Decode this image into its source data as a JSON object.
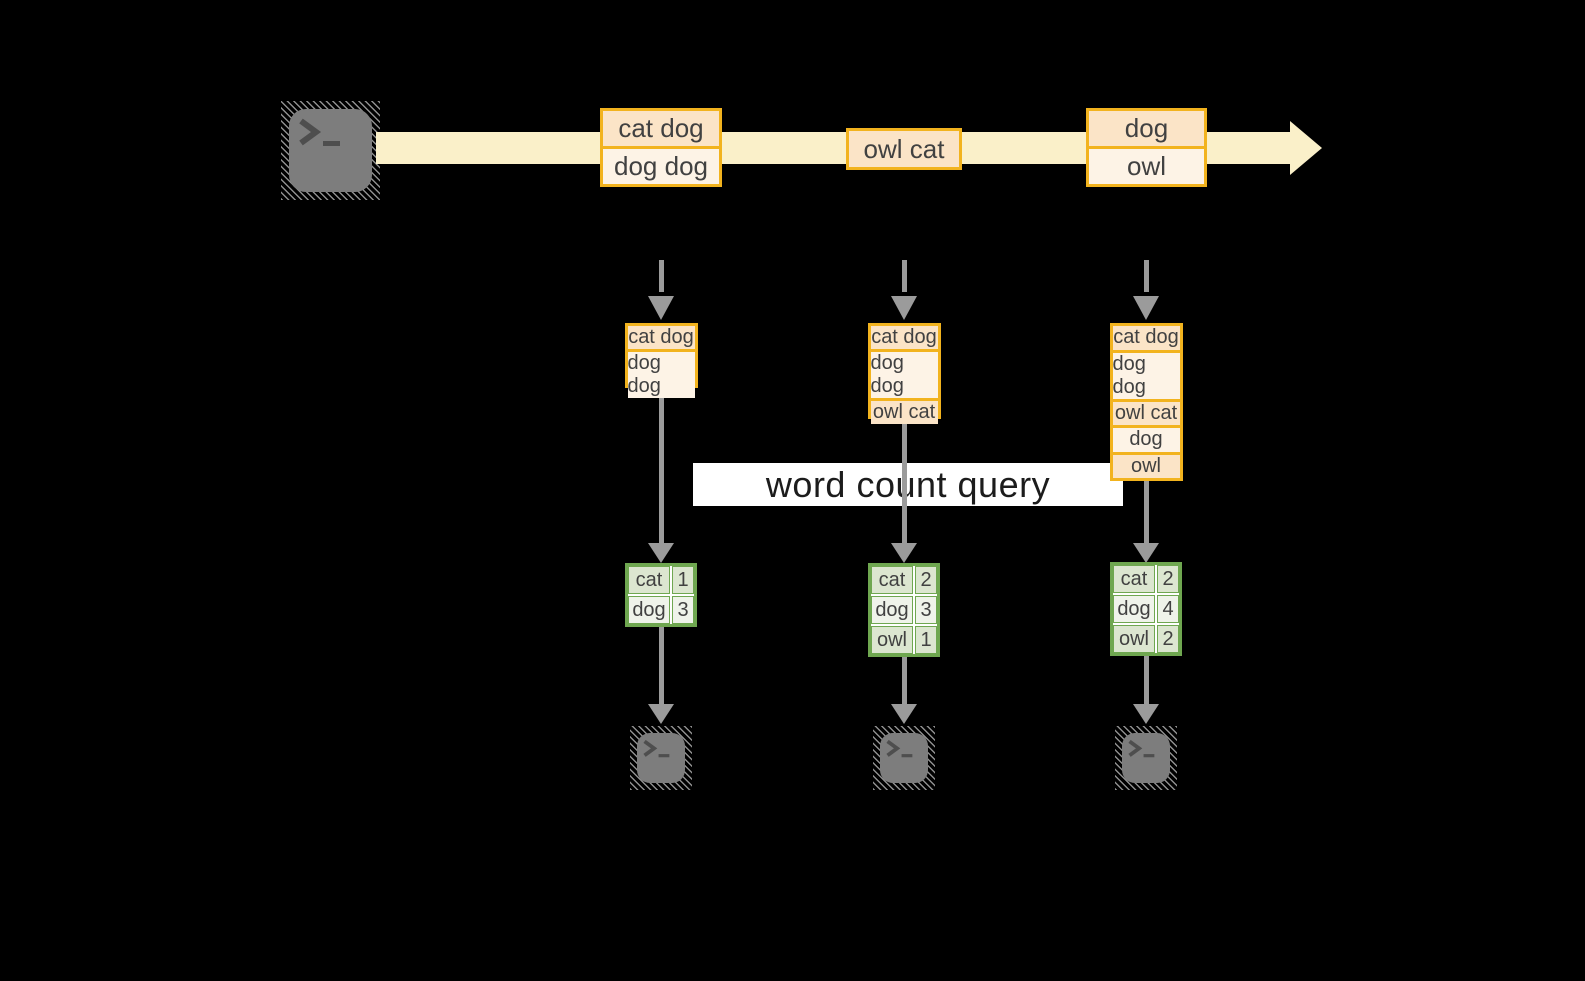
{
  "diagram": {
    "query_label": "word count query"
  },
  "stream": {
    "source_icon": "terminal-prompt-icon",
    "events": [
      {
        "lines": [
          "cat dog",
          "dog dog"
        ]
      },
      {
        "lines": [
          "owl cat"
        ]
      },
      {
        "lines": [
          "dog",
          "owl"
        ]
      }
    ]
  },
  "columns": [
    {
      "buffer": [
        "cat dog",
        "dog dog"
      ],
      "counts": [
        {
          "word": "cat",
          "count": "1"
        },
        {
          "word": "dog",
          "count": "3"
        }
      ],
      "consumer_icon": "terminal-prompt-icon"
    },
    {
      "buffer": [
        "cat dog",
        "dog dog",
        "owl cat"
      ],
      "counts": [
        {
          "word": "cat",
          "count": "2"
        },
        {
          "word": "dog",
          "count": "3"
        },
        {
          "word": "owl",
          "count": "1"
        }
      ],
      "consumer_icon": "terminal-prompt-icon"
    },
    {
      "buffer": [
        "cat dog",
        "dog dog",
        "owl cat",
        "dog",
        "owl"
      ],
      "counts": [
        {
          "word": "cat",
          "count": "2"
        },
        {
          "word": "dog",
          "count": "4"
        },
        {
          "word": "owl",
          "count": "2"
        }
      ],
      "consumer_icon": "terminal-prompt-icon"
    }
  ],
  "colors": {
    "background": "#000000",
    "stream_arrow": "#FAF0C9",
    "event_border": "#F2B31E",
    "event_fill_dark": "#FBE4C7",
    "event_fill_light": "#FDF3E6",
    "table_border": "#6FA750",
    "table_fill_dark": "#DCE6D0",
    "table_fill_light": "#EFF3EA",
    "connector_gray": "#9B9B9B",
    "terminal_gray": "#7D7D7D",
    "query_band_bg": "#FFFFFF",
    "text": "#414141"
  }
}
